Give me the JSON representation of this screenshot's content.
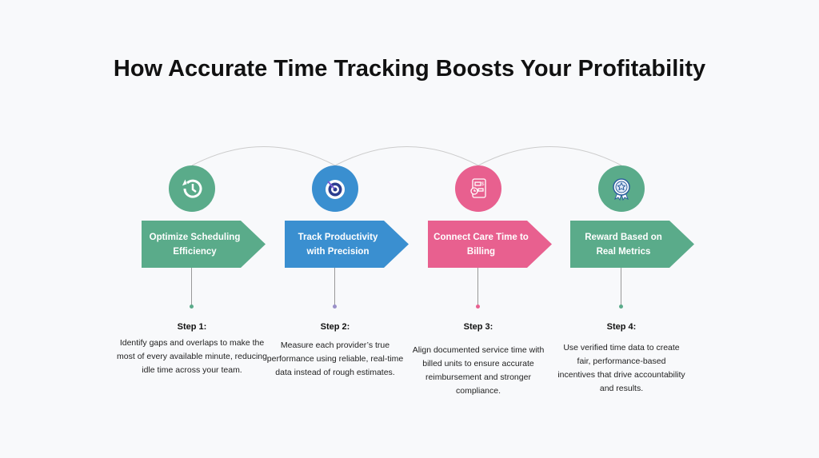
{
  "title": "How Accurate Time Tracking Boosts Your Profitability",
  "colors": {
    "green": "#5aab8a",
    "blue": "#3a8fd0",
    "pink": "#e8608f"
  },
  "steps": [
    {
      "label": "Optimize Scheduling Efficiency",
      "step": "Step 1:",
      "desc": "Identify gaps and overlaps to make the most of every available minute, reducing idle time across your team.",
      "icon": "history-clock-icon",
      "color": "#5aab8a"
    },
    {
      "label": "Track Productivity with Precision",
      "step": "Step 2:",
      "desc": "Measure each provider’s true performance using reliable, real-time data instead of rough estimates.",
      "icon": "target-icon",
      "color": "#3a8fd0"
    },
    {
      "label": "Connect Care Time to Billing",
      "step": "Step 3:",
      "desc": "Align documented service time with billed units to ensure accurate reimbursement and stronger compliance.",
      "icon": "invoice-clock-icon",
      "color": "#e8608f"
    },
    {
      "label": "Reward Based on Real Metrics",
      "step": "Step 4:",
      "desc": "Use verified time data to create fair, performance-based incentives that drive accountability and results.",
      "icon": "award-badge-icon",
      "color": "#5aab8a"
    }
  ]
}
